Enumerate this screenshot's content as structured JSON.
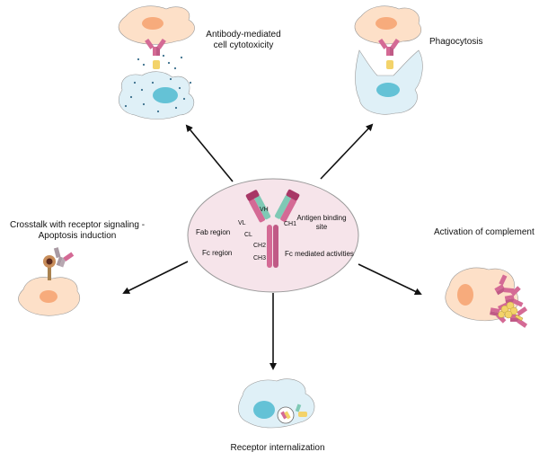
{
  "panels": {
    "adcc": {
      "label_line1": "Antibody-mediated",
      "label_line2": "cell cytotoxicity"
    },
    "phagocytosis": {
      "label": "Phagocytosis"
    },
    "crosstalk": {
      "label_line1": "Crosstalk with receptor signaling -",
      "label_line2": "Apoptosis induction"
    },
    "complement": {
      "label": "Activation of complement"
    },
    "internalization": {
      "label": "Receptor internalization"
    }
  },
  "center": {
    "fab_region": "Fab region",
    "fc_region": "Fc region",
    "antigen_binding_line1": "Antigen binding",
    "antigen_binding_line2": "site",
    "fc_mediated": "Fc mediated activities",
    "domains": {
      "vh": "VH",
      "vl": "VL",
      "ch1": "CH1",
      "cl": "CL",
      "ch2": "CH2",
      "ch3": "CH3"
    }
  },
  "colors": {
    "ellipse_fill": "#f6e4ea",
    "cell_orange": "#fde0c8",
    "nucleus_orange": "#f7ab7c",
    "cell_blue": "#dff0f7",
    "nucleus_blue": "#64c2d6",
    "heavy_chain": "#d46a95",
    "light_chain": "#7fc9b5",
    "receptor_grey": "#a99aa3",
    "yellow": "#f3d36a"
  }
}
